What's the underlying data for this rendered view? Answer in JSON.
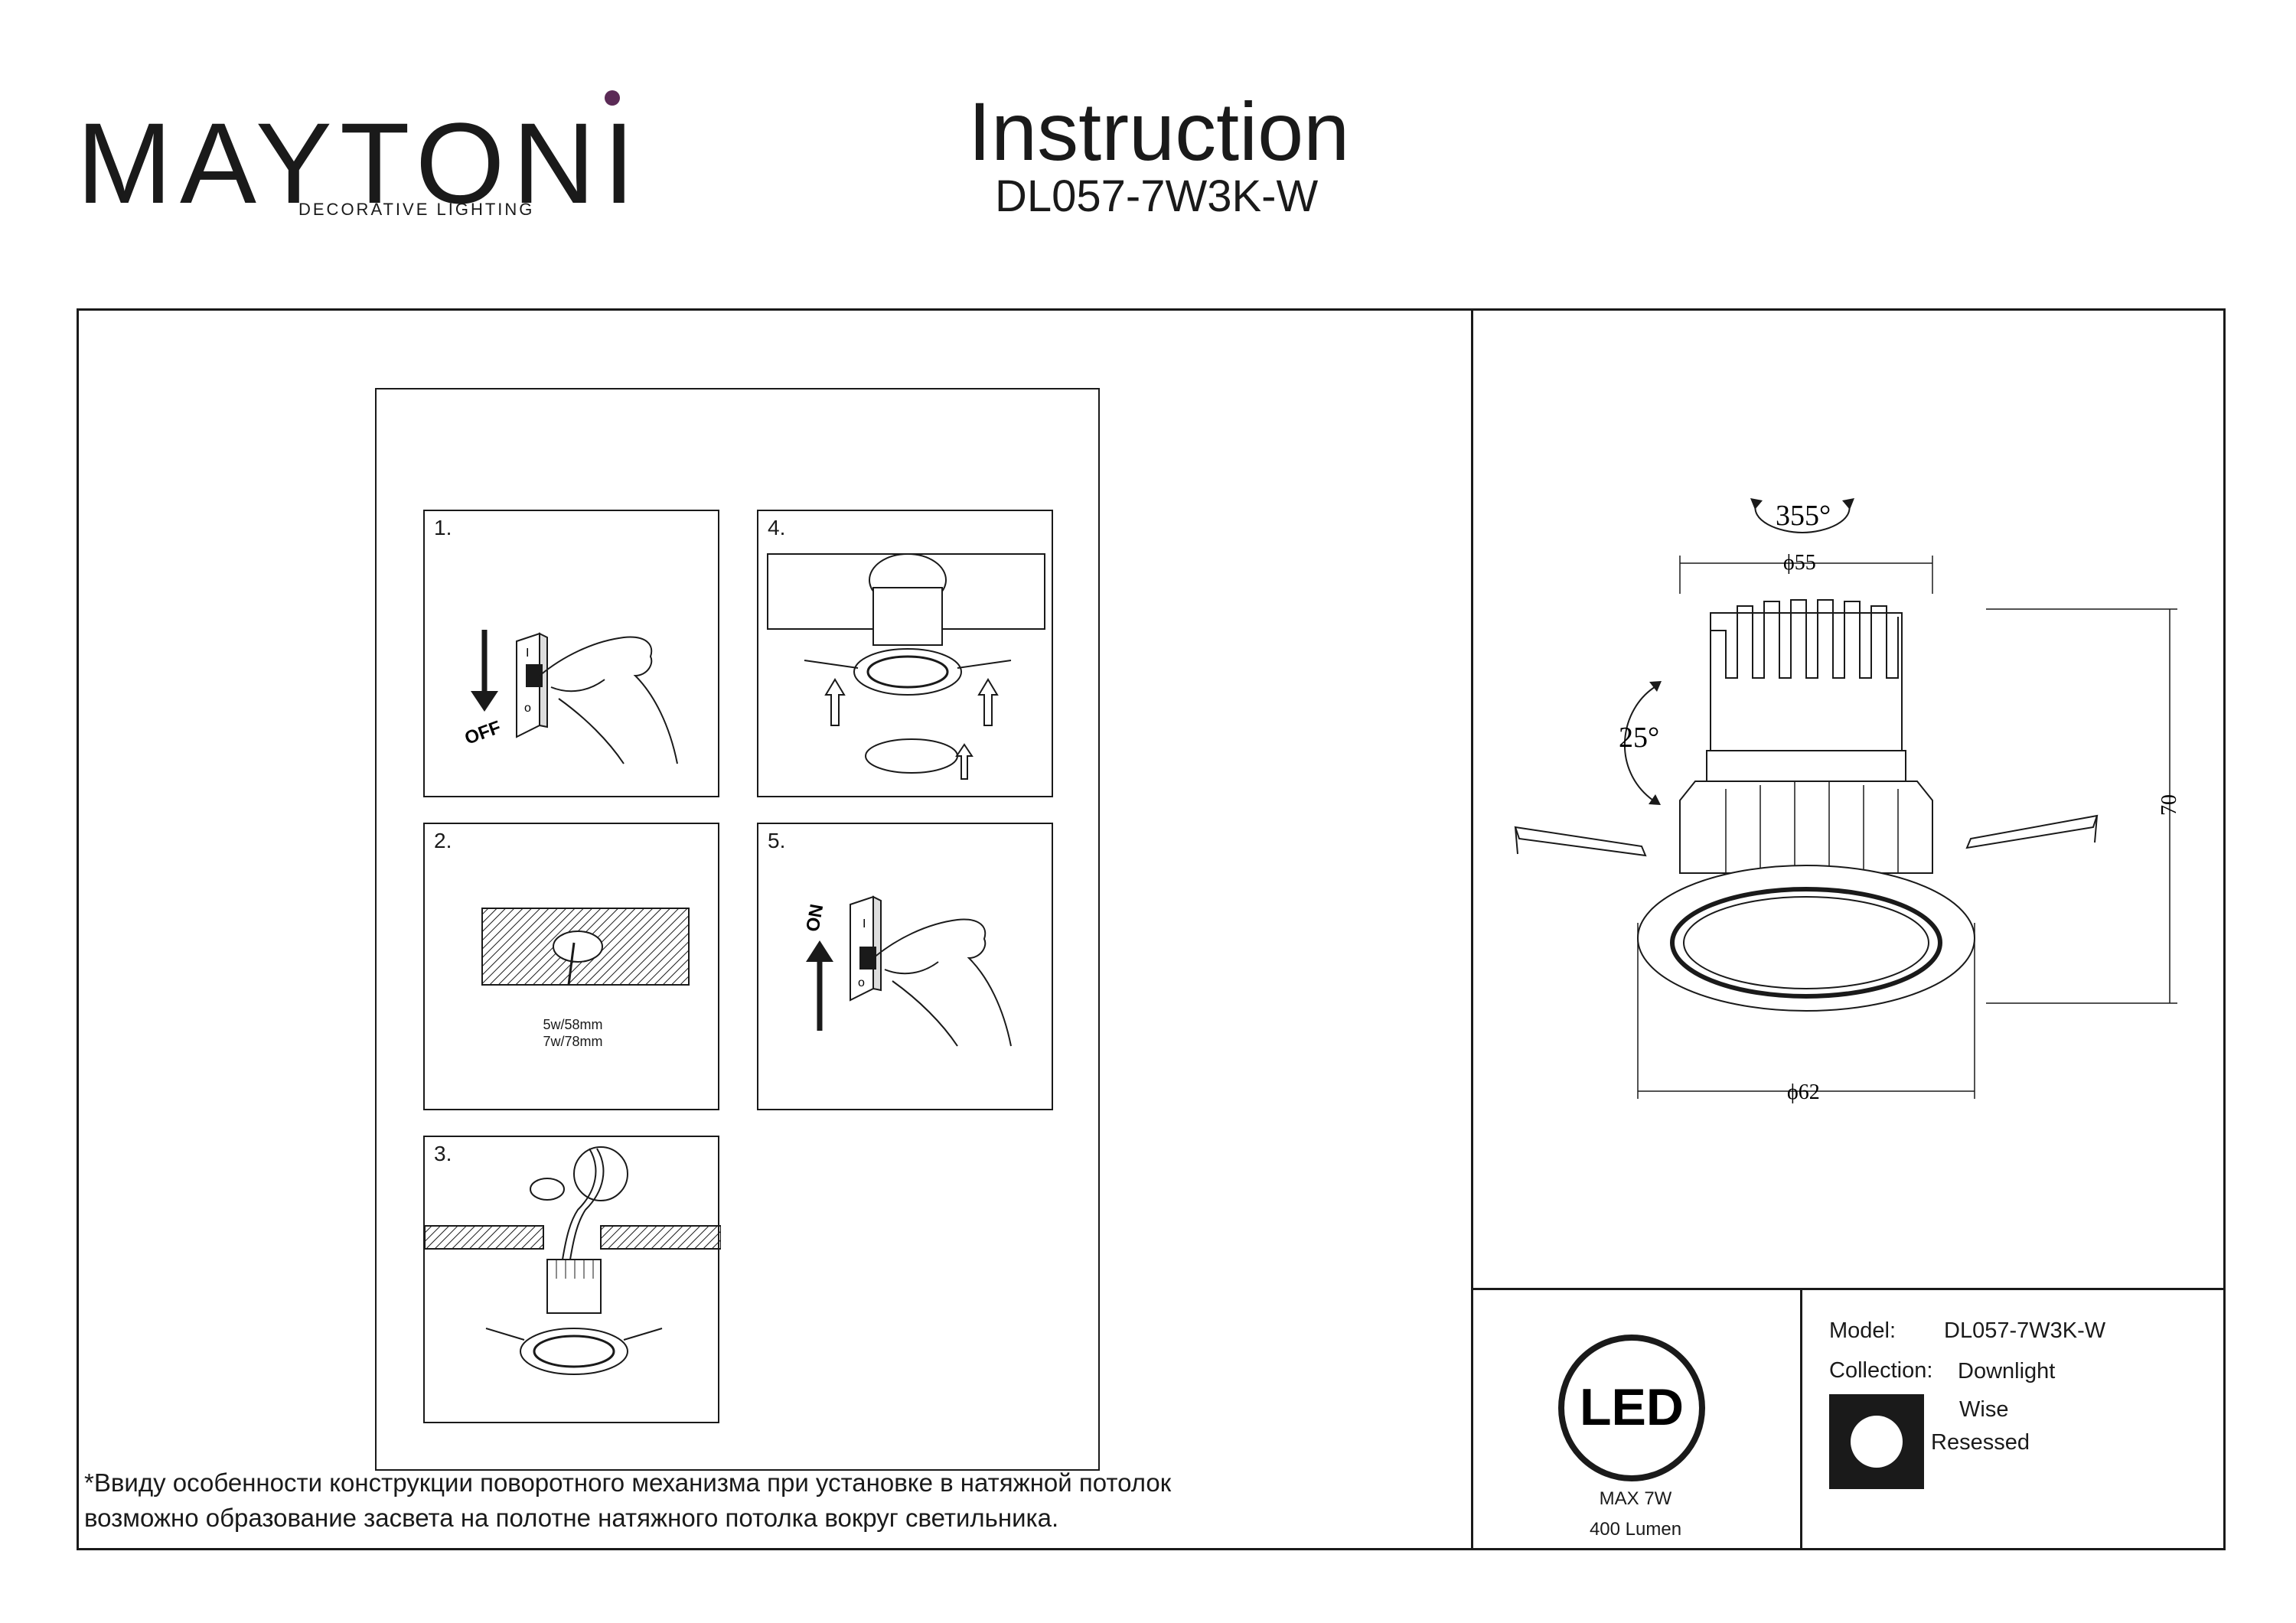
{
  "brand": {
    "name": "MAYTONI",
    "tagline": "DECORATIVE LIGHTING",
    "accent_color": "#5b2a56"
  },
  "header": {
    "title": "Instruction",
    "model": "DL057-7W3K-W"
  },
  "steps": [
    {
      "number": "1.",
      "label": "OFF",
      "icon": "light-switch-off"
    },
    {
      "number": "2.",
      "hole_sizes": [
        "5w/58mm",
        "7w/78mm"
      ],
      "icon": "ceiling-cutout"
    },
    {
      "number": "3.",
      "icon": "wiring-connection"
    },
    {
      "number": "4.",
      "icon": "insert-fixture"
    },
    {
      "number": "5.",
      "label": "ON",
      "icon": "light-switch-on"
    }
  ],
  "drawing": {
    "rotation": "355°",
    "tilt": "25°",
    "top_diameter": "ϕ55",
    "outer_diameter": "ϕ62",
    "height": "70"
  },
  "note": {
    "line1": "*Ввиду особенности конструкции поворотного механизма при установке в натяжной потолок",
    "line2": "возможно образование засвета на полотне натяжного потолка вокруг светильника."
  },
  "led": {
    "icon_text": "LED",
    "max_power": "MAX 7W",
    "lumen": "400 Lumen"
  },
  "specs": {
    "model_label": "Model:",
    "model_value": "DL057-7W3K-W",
    "collection_label": "Collection:",
    "collection_value": "Downlight",
    "series_name": "Wise",
    "type": "Resessed"
  }
}
